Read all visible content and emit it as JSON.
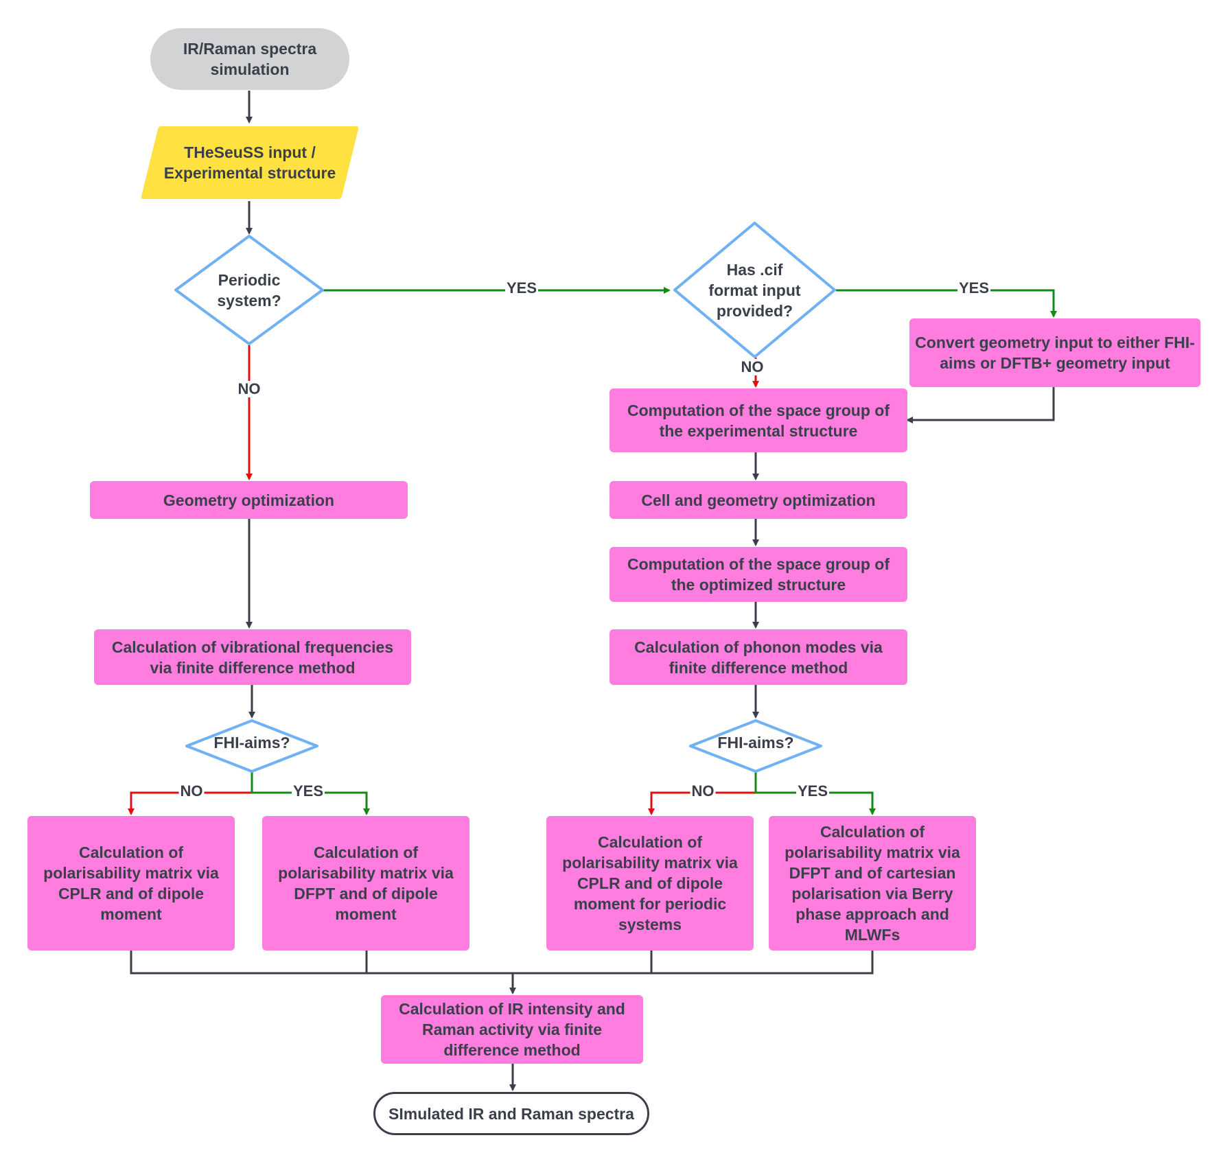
{
  "colors": {
    "process_fill": "#ff7ddf",
    "input_fill": "#ffe141",
    "start_fill": "#d2d3d5",
    "decision_stroke": "#70b0f5",
    "yes_line": "#138a13",
    "no_line": "#dd1111",
    "default_line": "#3a3f4a"
  },
  "nodes": {
    "start": "IR/Raman spectra simulation",
    "input": "THeSeuSS input / Experimental structure",
    "periodic_decision": "Periodic system?",
    "cif_decision": "Has .cif format input provided?",
    "convert_geometry": "Convert geometry input to either FHI-aims or DFTB+ geometry input",
    "space_group_experimental": "Computation of the space group of the experimental structure",
    "geometry_optimization": "Geometry optimization",
    "cell_geometry_optimization": "Cell and geometry optimization",
    "space_group_optimized": "Computation of the space group of the optimized structure",
    "vibrational_frequencies": "Calculation of vibrational frequencies via finite difference method",
    "phonon_modes": "Calculation of phonon modes via finite difference method",
    "fhi_aims_left": "FHI-aims?",
    "fhi_aims_right": "FHI-aims?",
    "polar_cplr_dipole": "Calculation of polarisability matrix via CPLR and of dipole moment",
    "polar_dfpt_dipole": "Calculation of polarisability matrix via DFPT and of dipole moment",
    "polar_cplr_periodic": "Calculation of polarisability matrix via CPLR and of dipole moment for periodic systems",
    "polar_dfpt_berry": "Calculation of polarisability matrix via DFPT and of cartesian polarisation via Berry phase approach and MLWFs",
    "ir_raman_calc": "Calculation of IR intensity and Raman activity via finite difference method",
    "end": "SImulated IR and Raman spectra"
  },
  "edge_labels": {
    "periodic_yes": "YES",
    "periodic_no": "NO",
    "cif_yes": "YES",
    "cif_no": "NO",
    "left_no": "NO",
    "left_yes": "YES",
    "right_no": "NO",
    "right_yes": "YES"
  }
}
